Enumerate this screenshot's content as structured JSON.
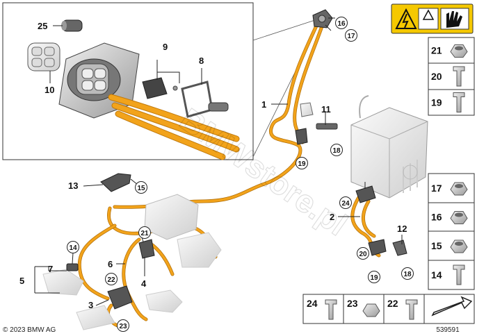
{
  "callouts": {
    "c1": "1",
    "c2": "2",
    "c3": "3",
    "c4": "4",
    "c5": "5",
    "c6": "6",
    "c7": "7",
    "c8": "8",
    "c9": "9",
    "c10": "10",
    "c11": "11",
    "c12": "12",
    "c13": "13",
    "c14": "14",
    "c15": "15",
    "c16": "16",
    "c17": "17",
    "c18": "18",
    "c19": "19",
    "c20": "20",
    "c21": "21",
    "c22": "22",
    "c23": "23",
    "c24": "24",
    "c25": "25"
  },
  "parts_column": [
    "21",
    "20",
    "19",
    "17",
    "16",
    "15",
    "14"
  ],
  "parts_bottom": [
    "24",
    "23",
    "22"
  ],
  "copyright": "© 2023 BMW AG",
  "diagram_number": "539591",
  "watermark": "BMWstore.pl",
  "colors": {
    "cable": "#f2a31b",
    "cable_dark": "#d9860c",
    "warning_yellow": "#f5c800",
    "part_grey": "#8a8a8a",
    "line": "#222222"
  }
}
